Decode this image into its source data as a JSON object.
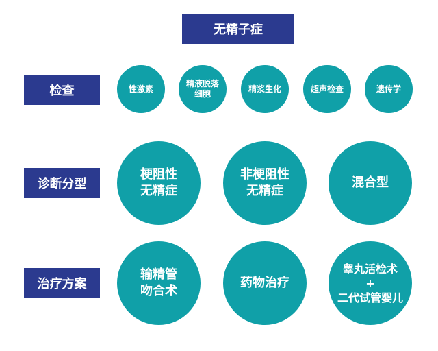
{
  "title": "无精子症",
  "rows": {
    "exam": {
      "label": "检查",
      "items": [
        "性激素",
        "精液脱落\n细胞",
        "精浆生化",
        "超声检查",
        "遗传学"
      ]
    },
    "diagnosis": {
      "label": "诊断分型",
      "items": [
        "梗阻性\n无精症",
        "非梗阻性\n无精症",
        "混合型"
      ]
    },
    "treatment": {
      "label": "治疗方案",
      "items": [
        "输精管\n吻合术",
        "药物治疗",
        "睾丸活检术\n+\n二代试管婴儿"
      ]
    }
  },
  "colors": {
    "box": "#2b3a8f",
    "circle": "#10a0a8",
    "text": "#ffffff"
  }
}
